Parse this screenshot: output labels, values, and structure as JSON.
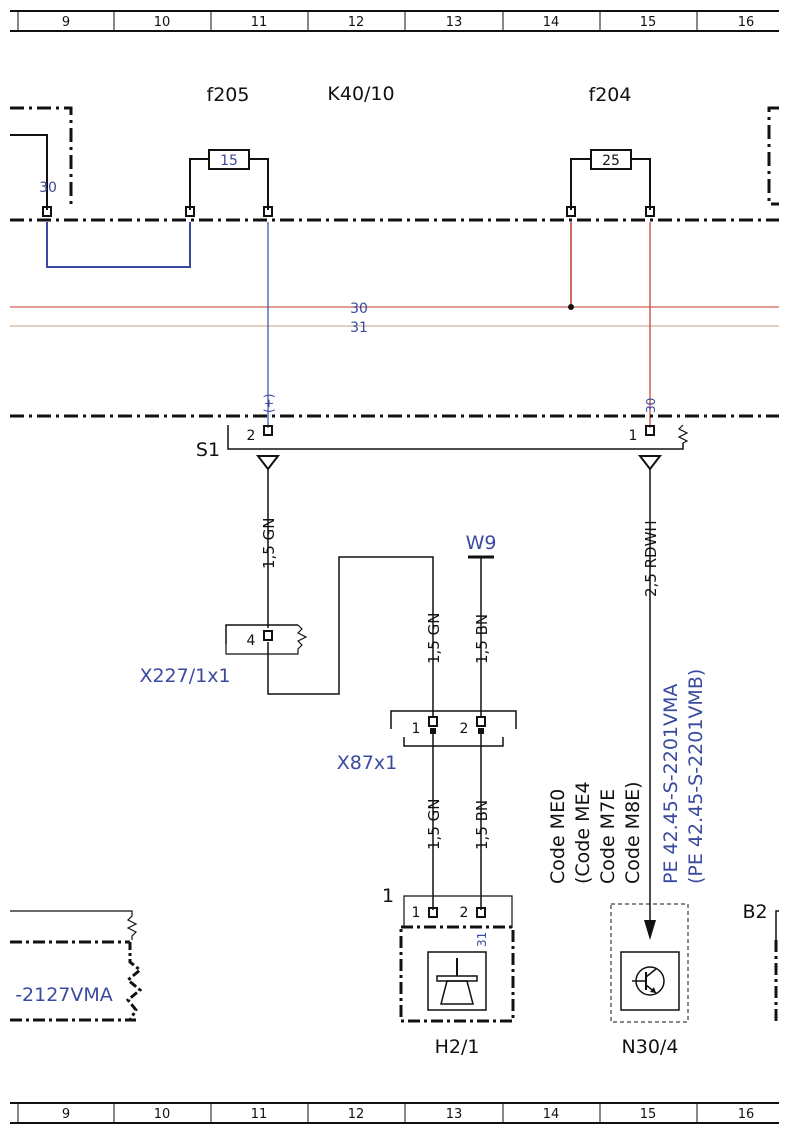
{
  "grid": {
    "columns": [
      "9",
      "10",
      "11",
      "12",
      "13",
      "14",
      "15",
      "16"
    ]
  },
  "fuses": {
    "f205": {
      "label": "f205",
      "rating": "15"
    },
    "f204": {
      "label": "f204",
      "rating": "25"
    },
    "box_label": "K40/10"
  },
  "busbars": {
    "b30": "30",
    "b31": "31"
  },
  "splice": {
    "name": "S1",
    "pin2": "2",
    "pin1": "1",
    "plus_tag": "(+)",
    "tag_30": "30"
  },
  "left_module": {
    "pin_label": "30"
  },
  "wires": {
    "w_gn_top": "1,5 GN",
    "w_gn_mid": "1,5 GN",
    "w_bn_mid": "1,5 BN",
    "w_gn_low": "1,5 GN",
    "w_bn_low": "1,5 BN",
    "w_rdwh": "2,5 RDWH"
  },
  "ground": {
    "label": "W9"
  },
  "connectors": {
    "x227": {
      "label": "X227/1x1",
      "pin": "4"
    },
    "x87": {
      "label": "X87x1",
      "pin1": "1",
      "pin2": "2"
    }
  },
  "components": {
    "h2": {
      "label": "H2/1",
      "group": "1",
      "pin1": "1",
      "pin2": "2",
      "tag_31": "31"
    },
    "n30": {
      "label": "N30/4"
    },
    "b2": {
      "label": "B2"
    },
    "left_box": {
      "label": "-2127VMA"
    }
  },
  "codes": {
    "c1": "Code ME0",
    "c2": "(Code ME4",
    "c3": "Code M7E",
    "c4": "Code M8E)",
    "pe1": "PE 42.45-S-2201VMA",
    "pe2": "(PE 42.45-S-2201VMB)"
  },
  "colors": {
    "wire_blue": "#3a4aa0",
    "wire_red": "#c0392b",
    "bus_31": "#c8a080",
    "ink": "#111111",
    "label_blue": "#3a4aa0"
  }
}
